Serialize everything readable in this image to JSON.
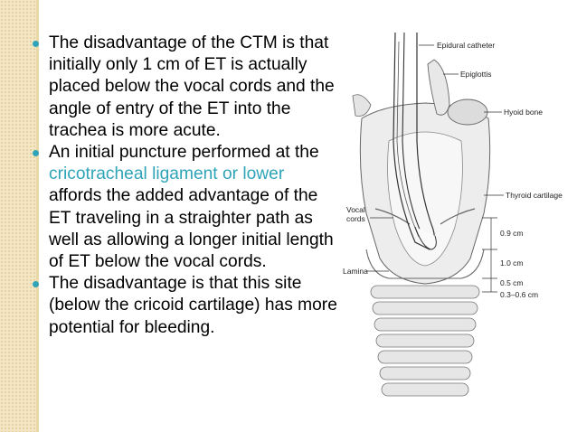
{
  "bullets": [
    {
      "text": "The disadvantage of the CTM is that initially only 1 cm of ET is actually placed below the vocal cords and the angle of entry of the ET into the trachea is more acute."
    },
    {
      "before": "An initial puncture performed at the ",
      "highlight": "cricotracheal ligament or lower",
      "after": " affords the added advantage of the ET traveling in a straighter path as well as allowing a longer initial length of ET below the vocal cords."
    },
    {
      "text": "The disadvantage is that this site (below the cricoid cartilage) has more potential for bleeding."
    }
  ],
  "figure": {
    "labels": {
      "epidural_catheter": "Epidural catheter",
      "epiglottis": "Epiglottis",
      "hyoid_bone": "Hyoid bone",
      "thyroid_cartilage": "Thyroid cartilage",
      "vocal_cords_line1": "Vocal",
      "vocal_cords_line2": "cords",
      "lamina": "Lamina"
    },
    "measurements": [
      "0.9 cm",
      "1.0 cm",
      "0.5 cm",
      "0.3–0.6 cm"
    ]
  },
  "colors": {
    "accent": "#2fa4b8",
    "decor_band": "#f3e6c4"
  }
}
